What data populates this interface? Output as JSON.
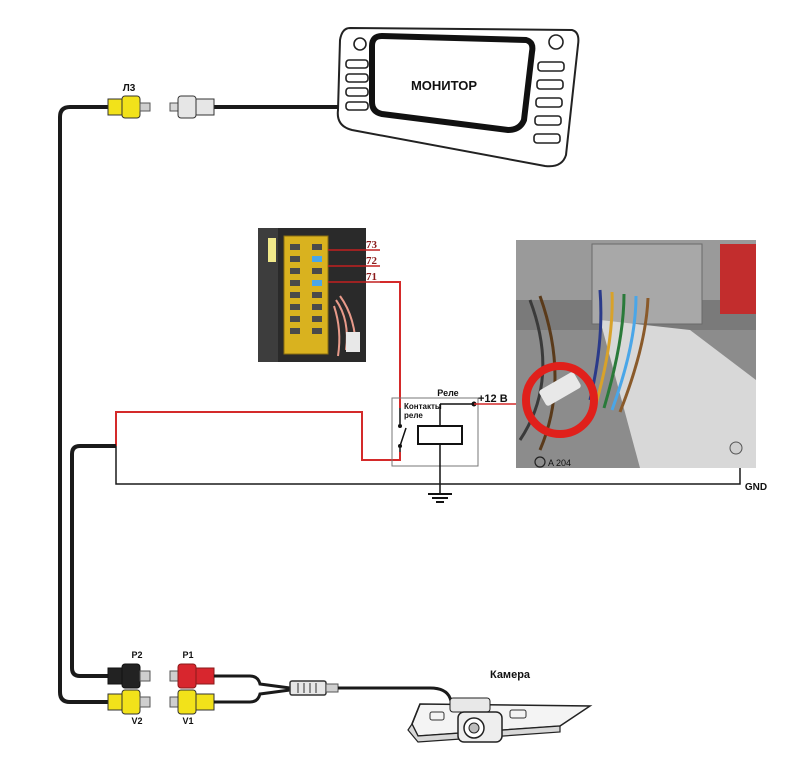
{
  "labels": {
    "monitor": "МОНИТОР",
    "l3": "Л3",
    "relay": "Реле",
    "relay_contacts": "Контакты реле",
    "plus12v": "+12 В",
    "gnd": "GND",
    "camera": "Камера",
    "p1": "P1",
    "p2": "P2",
    "v1": "V1",
    "v2": "V2",
    "fuse_73": "73",
    "fuse_72": "72",
    "fuse_71": "71",
    "photo_caption": "A 204"
  },
  "colors": {
    "wire_black": "#1a1a1a",
    "wire_red": "#d42a2a",
    "rca_yellow": "#f2e21a",
    "rca_red": "#d8262e",
    "rca_black": "#222222",
    "fuse_box": "#d9b21f",
    "circle_highlight": "#e0201b"
  },
  "icons": {
    "monitor": "car-head-unit-icon",
    "camera": "rear-camera-icon",
    "relay": "relay-coil-icon",
    "ground": "ground-symbol-icon"
  }
}
